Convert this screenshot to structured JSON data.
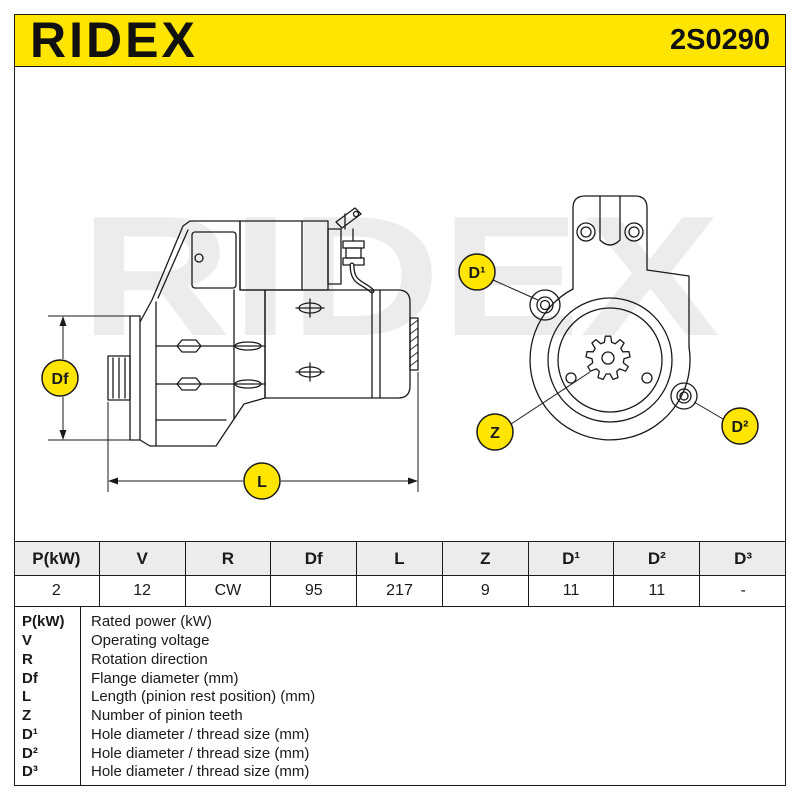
{
  "header": {
    "logo": "RIDEX",
    "part_number": "2S0290"
  },
  "watermark": "RIDEX",
  "drawing": {
    "callouts": {
      "df": "Df",
      "l": "L",
      "d1": "D¹",
      "z": "Z",
      "d2": "D²"
    }
  },
  "spec_table": {
    "columns": [
      "P(kW)",
      "V",
      "R",
      "Df",
      "L",
      "Z",
      "D¹",
      "D²",
      "D³"
    ],
    "values": [
      "2",
      "12",
      "CW",
      "95",
      "217",
      "9",
      "11",
      "11",
      "-"
    ]
  },
  "legend": [
    {
      "code": "P(kW)",
      "description": "Rated power (kW)"
    },
    {
      "code": "V",
      "description": "Operating voltage"
    },
    {
      "code": "R",
      "description": "Rotation direction"
    },
    {
      "code": "Df",
      "description": "Flange diameter (mm)"
    },
    {
      "code": "L",
      "description": "Length (pinion rest position) (mm)"
    },
    {
      "code": "Z",
      "description": "Number of pinion teeth"
    },
    {
      "code": "D¹",
      "description": "Hole diameter / thread size (mm)"
    },
    {
      "code": "D²",
      "description": "Hole diameter / thread size (mm)"
    },
    {
      "code": "D³",
      "description": "Hole diameter / thread size (mm)"
    }
  ],
  "colors": {
    "accent": "#FFE500",
    "ink": "#1a1a1a",
    "watermark": "#ececec",
    "table_header": "#ececec"
  }
}
